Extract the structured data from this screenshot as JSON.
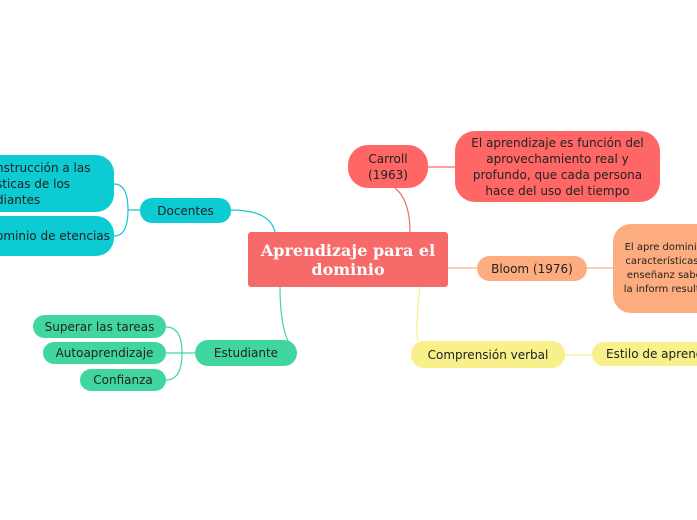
{
  "colors": {
    "central": "#f66a6a",
    "carroll": "#ff6666",
    "bloom": "#fdac7f",
    "verbal": "#f8f08a",
    "docentes": "#0ccbd3",
    "estudiante": "#41d6a0"
  },
  "central": "Aprendizaje para el dominio",
  "carroll": {
    "label": "Carroll (1963)",
    "desc": "El aprendizaje es función del aprovechamiento real y profundo, que cada persona hace del uso del tiempo"
  },
  "bloom": {
    "label": "Bloom (1976)",
    "desc": "El apre dominio c características la enseñanz saber, la inform resultad"
  },
  "verbal": {
    "label": "Comprensión verbal",
    "child": "Estilo de aprend"
  },
  "docentes": {
    "label": "Docentes",
    "children": [
      "nstrucción a las sticas de los diantes",
      "ominio de etencias"
    ]
  },
  "estudiante": {
    "label": "Estudiante",
    "children": [
      "Superar las tareas",
      "Autoaprendizaje",
      "Confianza"
    ]
  }
}
